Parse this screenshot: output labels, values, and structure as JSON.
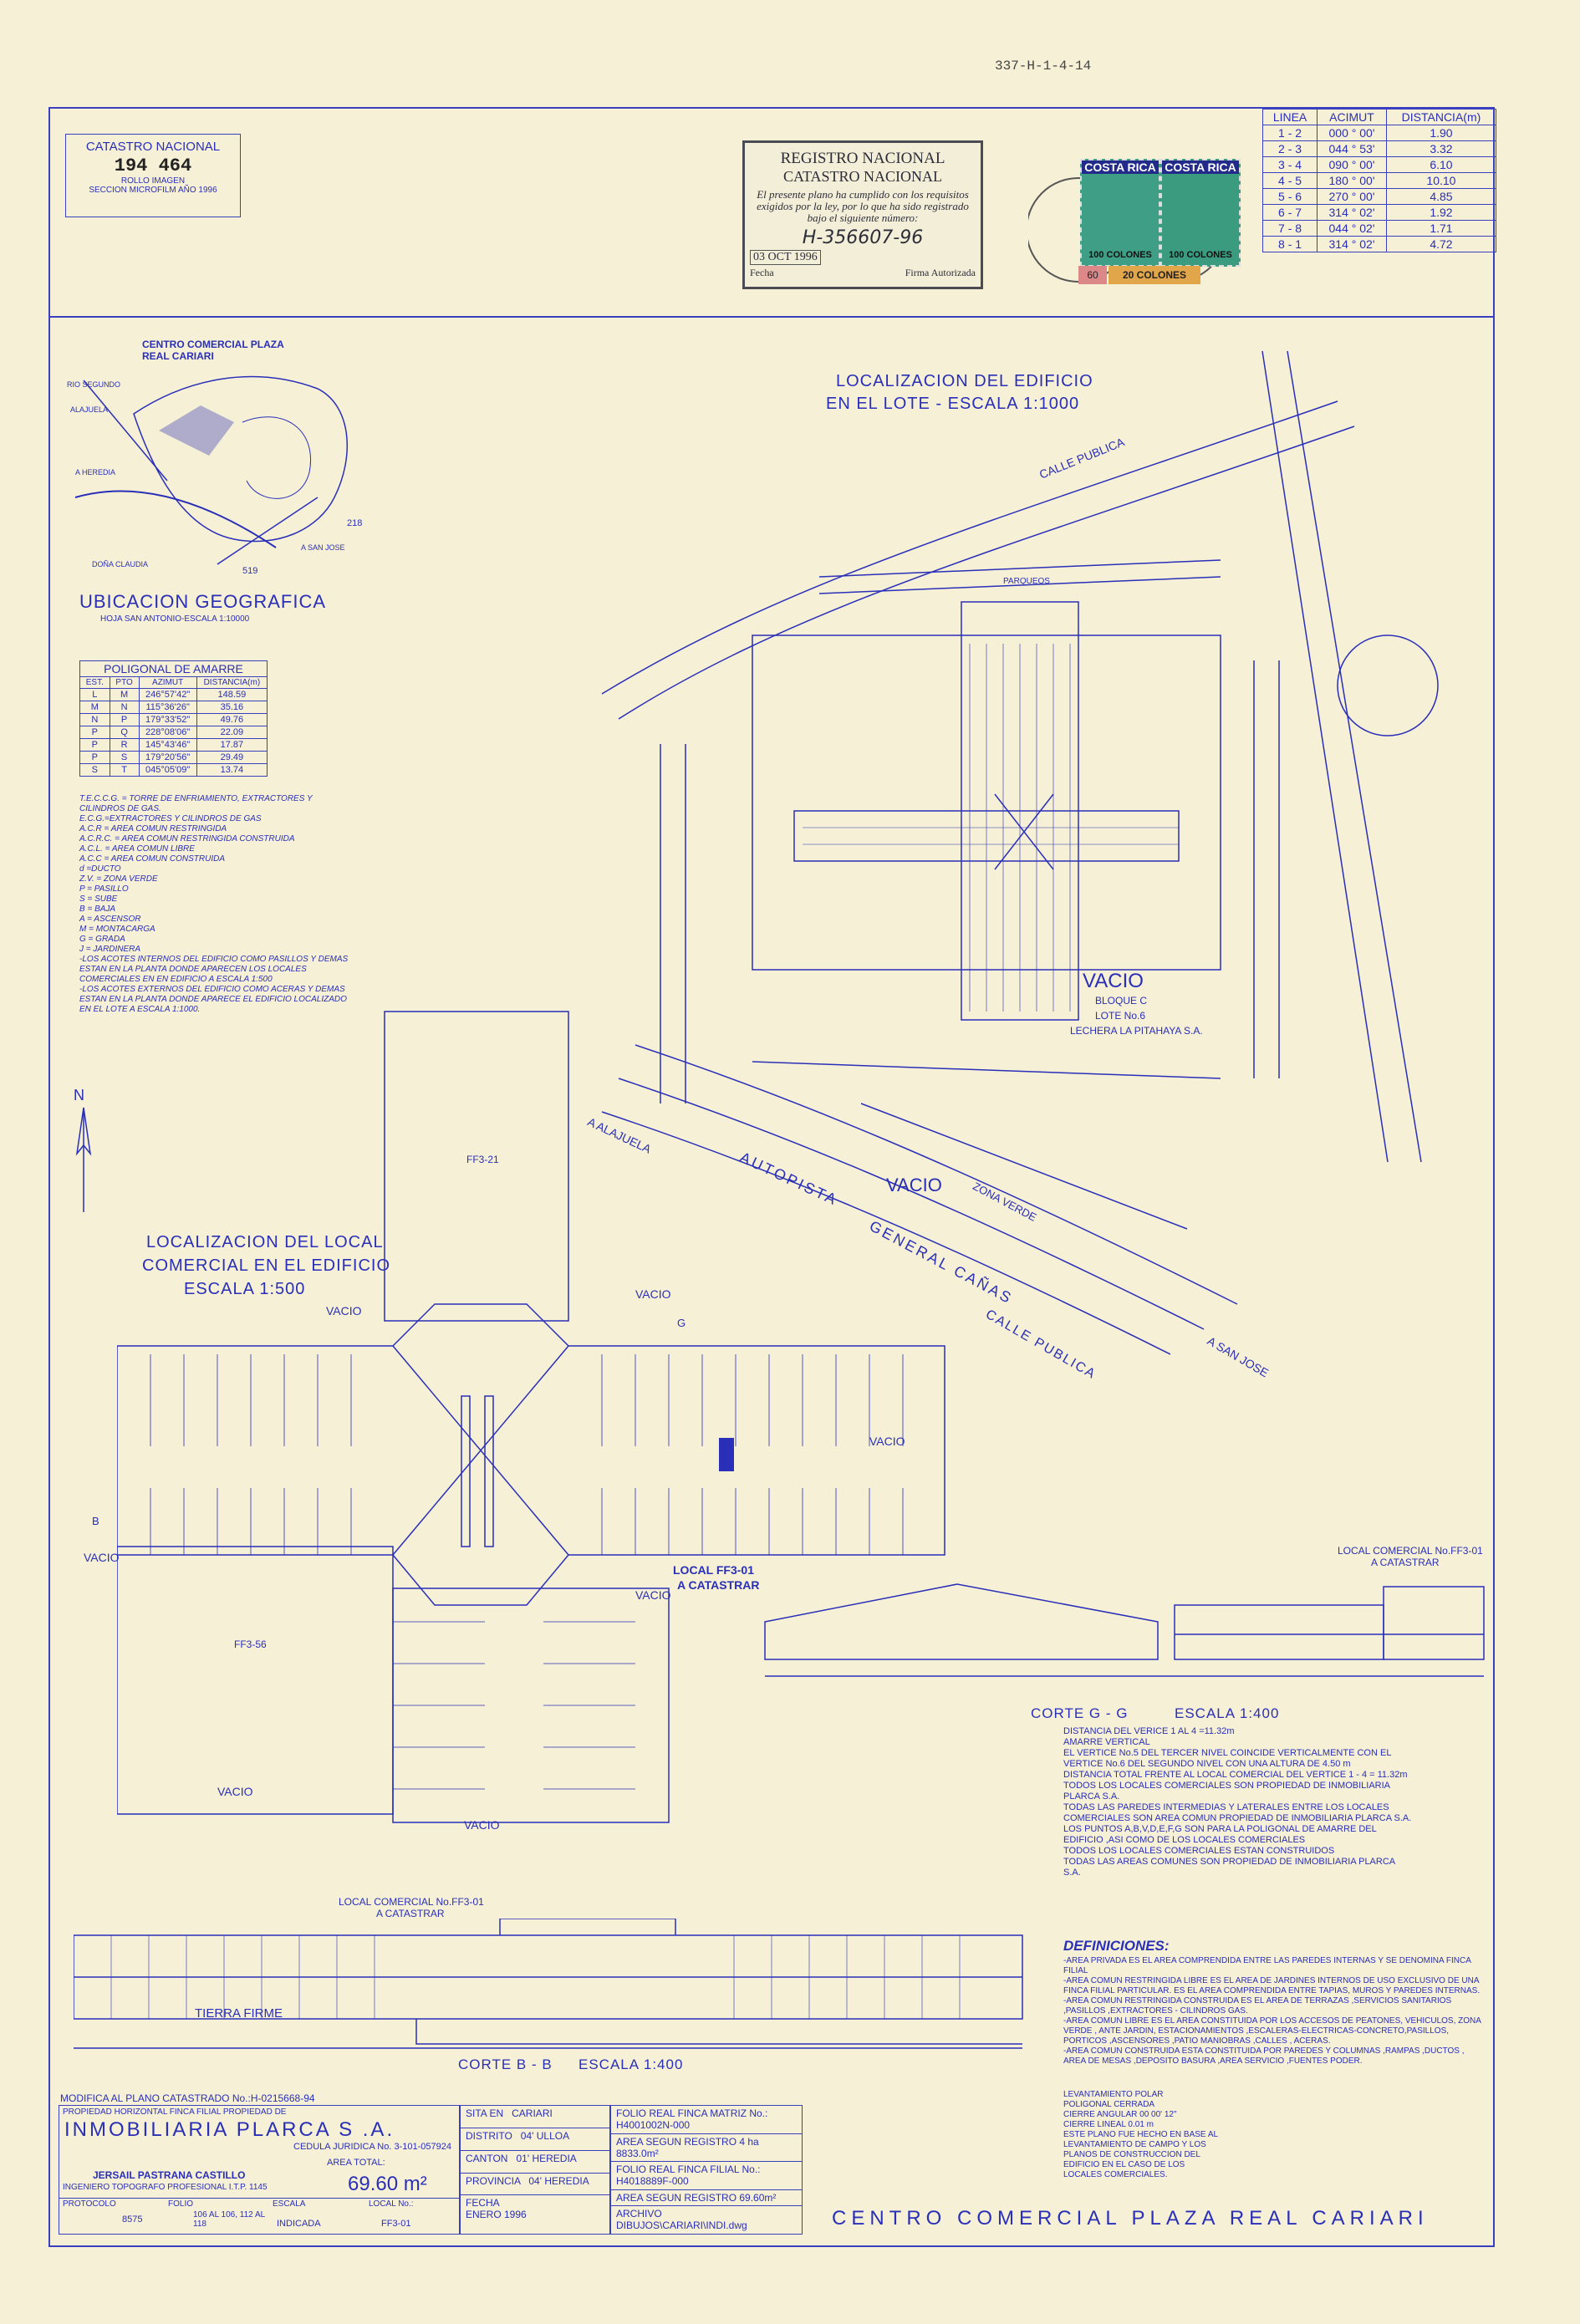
{
  "top_ref": "337-H-1-4-14",
  "catastro": {
    "title": "CATASTRO NACIONAL",
    "number": "194 464",
    "rollo": "ROLLO  IMAGEN",
    "seccion": "SECCION MICROFILM  AÑO 1996"
  },
  "stamp": {
    "line1": "REGISTRO NACIONAL",
    "line2": "CATASTRO NACIONAL",
    "body": "El presente plano ha cumplido con los requisitos exigidos por la ley, por lo que ha sido registrado bajo el siguiente número:",
    "number": "H-356607-96",
    "date": "03 OCT 1996",
    "fecha_label": "Fecha",
    "firma_label": "Firma Autorizada"
  },
  "timbres": [
    {
      "brand": "COSTA RICA",
      "value": "100 COLONES"
    },
    {
      "brand": "COSTA RICA",
      "value": "100 COLONES"
    },
    {
      "value": "20 COLONES"
    },
    {
      "value": "60"
    }
  ],
  "line_table": {
    "headers": [
      "LINEA",
      "ACIMUT",
      "DISTANCIA(m)"
    ],
    "rows": [
      [
        "1 - 2",
        "000 ° 00'",
        "1.90"
      ],
      [
        "2 - 3",
        "044 ° 53'",
        "3.32"
      ],
      [
        "3 - 4",
        "090 ° 00'",
        "6.10"
      ],
      [
        "4 - 5",
        "180 ° 00'",
        "10.10"
      ],
      [
        "5 - 6",
        "270 ° 00'",
        "4.85"
      ],
      [
        "6 - 7",
        "314 ° 02'",
        "1.92"
      ],
      [
        "7 - 8",
        "044 ° 02'",
        "1.71"
      ],
      [
        "8 - 1",
        "314 ° 02'",
        "4.72"
      ]
    ]
  },
  "location_map": {
    "title": "CENTRO COMERCIAL PLAZA REAL CARIARI",
    "heading": "UBICACION GEOGRAFICA",
    "sub": "HOJA SAN ANTONIO-ESCALA 1:10000",
    "labels": [
      "RIO SEGUNDO",
      "ALAJUELA",
      "A HEREDIA",
      "DOÑA CLAUDIA",
      "A SAN JOSE",
      "218",
      "519"
    ]
  },
  "poligonal": {
    "title": "POLIGONAL DE AMARRE",
    "headers": [
      "EST.",
      "PTO",
      "AZIMUT",
      "DISTANCIA(m)"
    ],
    "rows": [
      [
        "L",
        "M",
        "246°57'42\"",
        "148.59"
      ],
      [
        "M",
        "N",
        "115°36'26\"",
        "35.16"
      ],
      [
        "N",
        "P",
        "179°33'52\"",
        "49.76"
      ],
      [
        "P",
        "Q",
        "228°08'06\"",
        "22.09"
      ],
      [
        "P",
        "R",
        "145°43'46\"",
        "17.87"
      ],
      [
        "P",
        "S",
        "179°20'56\"",
        "29.49"
      ],
      [
        "S",
        "T",
        "045°05'09\"",
        "13.74"
      ]
    ]
  },
  "legend_notes": [
    "T.E.C.C.G. = TORRE DE ENFRIAMIENTO, EXTRACTORES Y CILINDROS DE GAS.",
    "E.C.G.=EXTRACTORES Y CILINDROS DE GAS",
    "A.C.R = AREA COMUN RESTRINGIDA",
    "A.C.R.C. = AREA COMUN RESTRINGIDA CONSTRUIDA",
    "A.C.L. = AREA COMUN LIBRE",
    "A.C.C = AREA COMUN CONSTRUIDA",
    "d =DUCTO",
    "Z.V. = ZONA VERDE",
    "P = PASILLO",
    "S = SUBE",
    "B = BAJA",
    "A = ASCENSOR",
    "M = MONTACARGA",
    "G = GRADA",
    "J = JARDINERA",
    "-LOS ACOTES INTERNOS DEL EDIFICIO COMO PASILLOS Y DEMAS ESTAN EN LA PLANTA DONDE APARECEN LOS LOCALES COMERCIALES EN EN EDIFICIO A ESCALA 1:500",
    "-LOS ACOTES EXTERNOS DEL EDIFICIO COMO ACERAS Y DEMAS ESTAN EN LA PLANTA DONDE APARECE EL EDIFICIO LOCALIZADO EN EL LOTE A ESCALA 1:1000."
  ],
  "site_plan": {
    "title1": "LOCALIZACION DEL EDIFICIO",
    "title2": "EN EL LOTE - ESCALA 1:1000",
    "labels": {
      "vacio": "VACIO",
      "bloque": "BLOQUE C",
      "lote": "LOTE No.6",
      "lechera": "LECHERA LA PITAHAYA S.A.",
      "calle_publica": "CALLE PUBLICA",
      "autopista": "AUTOPISTA",
      "general_canas": "GENERAL CAÑAS",
      "a_alajuela": "A ALAJUELA",
      "a_san_jose": "A SAN JOSE",
      "zona_verde": "ZONA VERDE",
      "parqueos": "PARQUEOS",
      "calle_publica_2": "CALLE PUBLICA"
    }
  },
  "local_plan": {
    "title1": "LOCALIZACION DEL LOCAL",
    "title2": "COMERCIAL EN EL EDIFICIO",
    "title3": "ESCALA  1:500",
    "vacio": "VACIO",
    "local_label1": "LOCAL FF3-01",
    "local_label2": "A CATASTRAR",
    "big_unit": "FF3-56",
    "top_unit": "FF3-21",
    "g": "G",
    "b": "B"
  },
  "corte_gg": {
    "title": "CORTE  G - G",
    "escala": "ESCALA 1:400",
    "label1": "LOCAL COMERCIAL No.FF3-01",
    "label2": "A CATASTRAR"
  },
  "corte_bb": {
    "title": "CORTE  B - B",
    "escala": "ESCALA 1:400",
    "label1": "LOCAL COMERCIAL No.FF3-01",
    "label2": "A CATASTRAR",
    "tierra": "TIERRA FIRME"
  },
  "notes": [
    "DISTANCIA DEL VERICE 1 AL 4 =11.32m",
    "AMARRE VERTICAL",
    "EL VERTICE No.5  DEL TERCER NIVEL COINCIDE VERTICALMENTE CON EL VERTICE No.6  DEL SEGUNDO NIVEL CON UNA ALTURA DE 4.50 m",
    "DISTANCIA TOTAL FRENTE AL LOCAL COMERCIAL DEL VERTICE 1 - 4 = 11.32m",
    "TODOS LOS LOCALES COMERCIALES SON PROPIEDAD DE INMOBILIARIA PLARCA S.A.",
    "TODAS LAS PAREDES INTERMEDIAS Y LATERALES ENTRE LOS LOCALES COMERCIALES SON AREA COMUN PROPIEDAD DE INMOBILIARIA PLARCA S.A.",
    "LOS PUNTOS A,B,V,D,E,F,G SON PARA LA POLIGONAL DE AMARRE DEL EDIFICIO ,ASI COMO DE LOS LOCALES COMERCIALES",
    "TODOS LOS LOCALES COMERCIALES ESTAN CONSTRUIDOS",
    "TODAS LAS AREAS COMUNES SON PROPIEDAD DE INMOBILIARIA PLARCA S.A."
  ],
  "definiciones": {
    "title": "DEFINICIONES:",
    "items": [
      "-AREA PRIVADA ES EL AREA COMPRENDIDA ENTRE LAS PAREDES INTERNAS Y SE DENOMINA FINCA FILIAL",
      "-AREA COMUN RESTRINGIDA LIBRE ES EL AREA DE JARDINES INTERNOS DE USO EXCLUSIVO DE UNA FINCA FILIAL PARTICULAR. ES EL AREA COMPRENDIDA ENTRE TAPIAS, MUROS Y PAREDES INTERNAS.",
      "-AREA COMUN RESTRINGIDA CONSTRUIDA ES EL AREA DE TERRAZAS ,SERVICIOS SANITARIOS ,PASILLOS ,EXTRACTORES - CILINDROS GAS.",
      "-AREA COMUN LIBRE ES EL AREA CONSTITUIDA POR LOS ACCESOS DE PEATONES, VEHICULOS, ZONA VERDE , ANTE JARDIN, ESTACIONAMIENTOS ,ESCALERAS-ELECTRICAS-CONCRETO,PASILLOS, PORTICOS ,ASCENSORES ,PATIO MANIOBRAS ,CALLES , ACERAS.",
      "-AREA COMUN CONSTRUIDA ESTA CONSTITUIDA POR PAREDES Y COLUMNAS ,RAMPAS ,DUCTOS , AREA DE MESAS ,DEPOSITO BASURA ,AREA SERVICIO ,FUENTES PODER."
    ],
    "levantamiento": [
      "LEVANTAMIENTO POLAR",
      "POLIGONAL  CERRADA",
      "CIERRE ANGULAR  00 00' 12\"",
      "CIERRE  LINEAL  0.01 m",
      "ESTE PLANO FUE HECHO EN BASE AL LEVANTAMIENTO DE CAMPO Y LOS PLANOS DE CONSTRUCCION DEL EDIFICIO EN EL CASO DE LOS LOCALES COMERCIALES."
    ]
  },
  "title_block": {
    "modifica": "MODIFICA AL PLANO CATASTRADO No.:H-0215668-94",
    "propiedad": "PROPIEDAD HORIZONTAL FINCA FILIAL PROPIEDAD DE",
    "owner": "INMOBILIARIA PLARCA S .A.",
    "cedula_label": "CEDULA JURIDICA No.",
    "cedula": "3-101-057924",
    "area_total_label": "AREA TOTAL:",
    "area_total": "69.60 m²",
    "engineer": "JERSAIL PASTRANA CASTILLO",
    "engineer_title": "INGENIERO TOPOGRAFO PROFESIONAL  I.T.P. 1145",
    "protocolo_label": "PROTOCOLO",
    "protocolo": "8575",
    "folio_label": "FOLIO",
    "folio": "106 AL 106, 112 AL 118",
    "escala_label": "ESCALA",
    "escala": "INDICADA",
    "local_label": "LOCAL No.:",
    "local": "FF3-01",
    "sita_en_label": "SITA EN",
    "sita_en": "CARIARI",
    "distrito_label": "DISTRITO",
    "distrito": "04' ULLOA",
    "canton_label": "CANTON",
    "canton": "01' HEREDIA",
    "provincia_label": "PROVINCIA",
    "provincia": "04' HEREDIA",
    "fecha_label": "FECHA",
    "fecha": "ENERO 1996",
    "folio_matriz_label": "FOLIO REAL FINCA MATRIZ No.:",
    "folio_matriz": "H4001002N-000",
    "area_registro_label": "AREA SEGUN REGISTRO",
    "area_registro": "4 ha 8833.0m²",
    "folio_filial_label": "FOLIO REAL FINCA FILIAL No.:",
    "folio_filial": "H4018889F-000",
    "area_registro2_label": "AREA SEGUN REGISTRO",
    "area_registro2": "69.60m²",
    "archivo_label": "ARCHIVO",
    "archivo": "DIBUJOS\\CARIARI\\INDI.dwg",
    "project": "CENTRO COMERCIAL PLAZA REAL CARIARI"
  }
}
